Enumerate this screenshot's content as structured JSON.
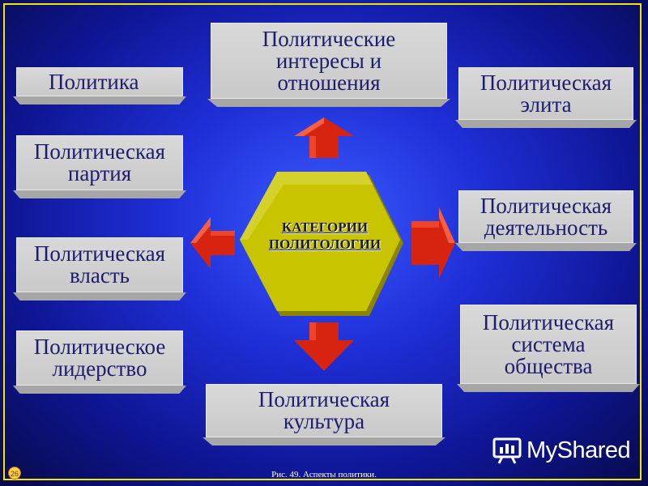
{
  "colors": {
    "background": "#1f2fd8",
    "frame": "#f2e600",
    "box": "#d9d9d9",
    "box_text": "#1d1d6e",
    "hexagon": "#c8c400",
    "arrow": "#e02a10"
  },
  "center": {
    "line1": "КАТЕГОРИИ",
    "line2": "ПОЛИТОЛОГИИ"
  },
  "left_boxes": [
    "Политика",
    "Политическая\nпартия",
    "Политическая\nвласть",
    "Политическое\nлидерство"
  ],
  "top_box": "Политические\nинтересы и\nотношения",
  "bottom_box": "Политическая\nкультура",
  "right_boxes": [
    "Политическая\nэлита",
    "Политическая\nдеятельность",
    "Политическая\nсистема\nобщества"
  ],
  "footer": {
    "page_number": "26",
    "caption": "Рис. 49. Аспекты политики.",
    "logo_text": "MyShared",
    "logo_icon": "presentation-icon"
  }
}
